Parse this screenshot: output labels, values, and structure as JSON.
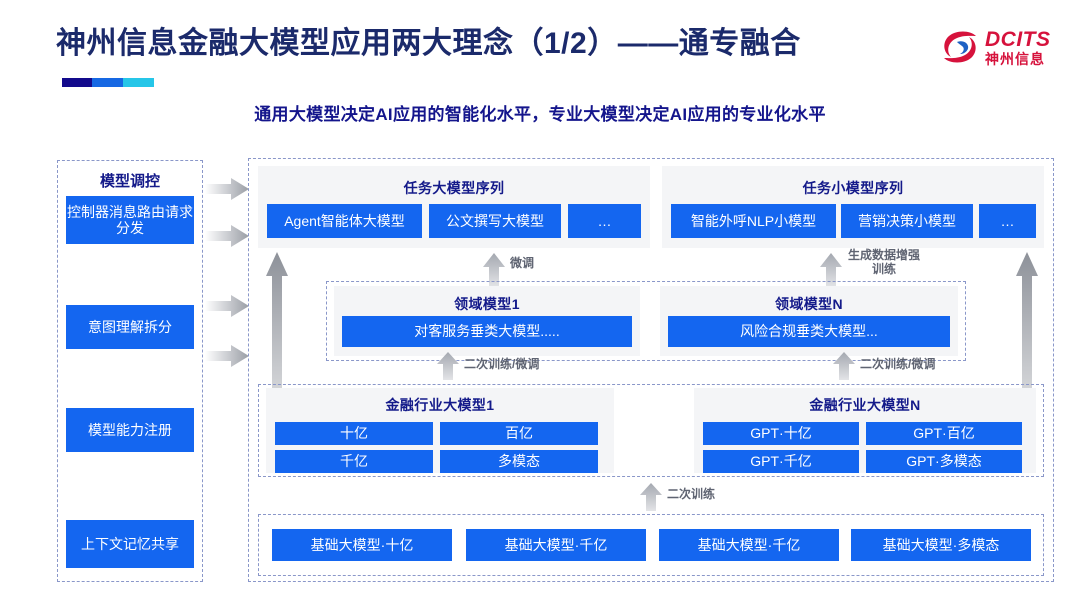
{
  "header": {
    "title": "神州信息金融大模型应用两大理念（1/2）——通专融合",
    "subtitle": "通用大模型决定AI应用的智能化水平，专业大模型决定AI应用的专业化水平",
    "accent_colors": [
      "#130a8c",
      "#1668e3",
      "#26c6e8"
    ],
    "logo": {
      "icon": "dcits-swirl-logo",
      "en": "DCITS",
      "cn": "神州信息",
      "color": "#d6123c"
    }
  },
  "theme": {
    "chip_blue": "#1466f0",
    "panel_gray": "#f4f5f7",
    "dash_border": "#8a97c9",
    "title_navy": "#1b2a6b",
    "subtitle_blue": "#14158c"
  },
  "sidebar": {
    "title": "模型调控",
    "items": [
      {
        "label": "控制器消息路由请求分发"
      },
      {
        "label": "意图理解拆分"
      },
      {
        "label": "模型能力注册"
      },
      {
        "label": "上下文记忆共享"
      }
    ]
  },
  "connector_arrows": {
    "sidebar_to_main": [
      {
        "name": "arrow-sidebar-1"
      },
      {
        "name": "arrow-sidebar-2"
      },
      {
        "name": "arrow-sidebar-3"
      },
      {
        "name": "arrow-sidebar-4"
      }
    ]
  },
  "task_layer": {
    "groups": [
      {
        "title": "任务大模型序列",
        "chips": [
          "Agent智能体大模型",
          "公文撰写大模型",
          "…"
        ]
      },
      {
        "title": "任务小模型序列",
        "chips": [
          "智能外呼NLP小模型",
          "营销决策小模型",
          "…"
        ]
      }
    ]
  },
  "domain_layer": {
    "groups": [
      {
        "title": "领域模型1",
        "chips": [
          "对客服务垂类大模型....."
        ]
      },
      {
        "title": "领域模型N",
        "chips": [
          "风险合规垂类大模型..."
        ]
      }
    ]
  },
  "industry_layer": {
    "groups": [
      {
        "title": "金融行业大模型1",
        "chips": [
          "十亿",
          "百亿",
          "千亿",
          "多模态"
        ]
      },
      {
        "title": "金融行业大模型N",
        "chips": [
          "GPT·十亿",
          "GPT·百亿",
          "GPT·千亿",
          "GPT·多模态"
        ]
      }
    ]
  },
  "foundation_layer": {
    "chips": [
      "基础大模型·十亿",
      "基础大模型·千亿",
      "基础大模型·千亿",
      "基础大模型·多模态"
    ]
  },
  "arrow_labels": {
    "fine_tune": "微调",
    "data_augment": "生成数据增强\n训练",
    "retrain_finetune_left": "二次训练/微调",
    "retrain_finetune_right": "二次训练/微调",
    "retrain": "二次训练"
  }
}
